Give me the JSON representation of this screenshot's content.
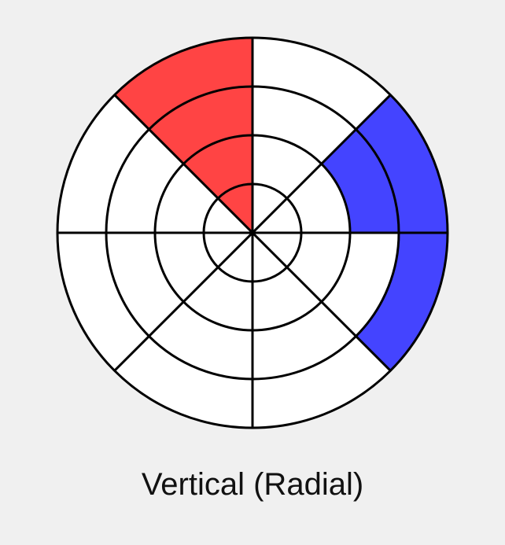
{
  "caption": "Vertical (Radial)",
  "grid": {
    "rings": 4,
    "sectors": 8
  },
  "colors": {
    "background": "#f0f0f0",
    "cell_fill": "#ffffff",
    "stroke": "#000000",
    "highlight_red": "#ff4444",
    "highlight_blue": "#4444ff"
  },
  "highlights": [
    {
      "name": "red-radial-column",
      "color_key": "highlight_red",
      "sector": 7,
      "rings": [
        0,
        1,
        2,
        3
      ]
    },
    {
      "name": "blue-outer-arc",
      "color_key": "highlight_blue",
      "sector": [
        1,
        2
      ],
      "rings": [
        3
      ]
    },
    {
      "name": "blue-ring-2-cell",
      "color_key": "highlight_blue",
      "sector": 1,
      "rings": [
        2
      ]
    }
  ]
}
